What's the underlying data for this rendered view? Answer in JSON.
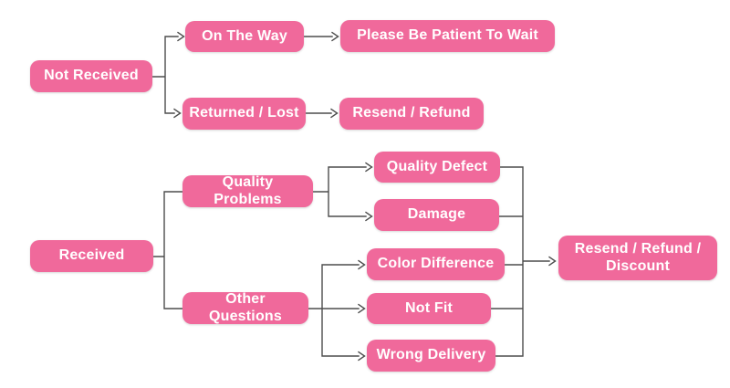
{
  "colors": {
    "node_fill": "#F0699B",
    "node_text": "#FFFFFF",
    "connector": "#4D4D4D",
    "background": "#FFFFFF"
  },
  "flowchart": {
    "type": "decision-tree",
    "nodes": {
      "not_received": {
        "label": "Not Received"
      },
      "on_the_way": {
        "label": "On The Way"
      },
      "please_be_patient": {
        "label": "Please Be Patient To Wait"
      },
      "returned_lost": {
        "label": "Returned / Lost"
      },
      "resend_refund": {
        "label": "Resend / Refund"
      },
      "received": {
        "label": "Received"
      },
      "quality_problems": {
        "label": "Quality Problems"
      },
      "other_questions": {
        "label": "Other Questions"
      },
      "quality_defect": {
        "label": "Quality Defect"
      },
      "damage": {
        "label": "Damage"
      },
      "color_difference": {
        "label": "Color Difference"
      },
      "not_fit": {
        "label": "Not Fit"
      },
      "wrong_delivery": {
        "label": "Wrong Delivery"
      },
      "resend_refund_discount": {
        "label": "Resend / Refund / Discount"
      }
    },
    "edges": [
      {
        "from": "Not Received",
        "to": "On The Way",
        "arrowhead": true
      },
      {
        "from": "Not Received",
        "to": "Returned / Lost",
        "arrowhead": true
      },
      {
        "from": "On The Way",
        "to": "Please Be Patient To Wait",
        "arrowhead": true
      },
      {
        "from": "Returned / Lost",
        "to": "Resend / Refund",
        "arrowhead": true
      },
      {
        "from": "Received",
        "to": "Quality Problems",
        "arrowhead": false
      },
      {
        "from": "Received",
        "to": "Other Questions",
        "arrowhead": false
      },
      {
        "from": "Quality Problems",
        "to": "Quality Defect",
        "arrowhead": true
      },
      {
        "from": "Quality Problems",
        "to": "Damage",
        "arrowhead": true
      },
      {
        "from": "Other Questions",
        "to": "Color Difference",
        "arrowhead": true
      },
      {
        "from": "Other Questions",
        "to": "Not Fit",
        "arrowhead": true
      },
      {
        "from": "Other Questions",
        "to": "Wrong Delivery",
        "arrowhead": true
      },
      {
        "from": "Quality Defect",
        "to": "Resend / Refund / Discount",
        "arrowhead": false
      },
      {
        "from": "Damage",
        "to": "Resend / Refund / Discount",
        "arrowhead": false
      },
      {
        "from": "Color Difference",
        "to": "Resend / Refund / Discount",
        "arrowhead": false
      },
      {
        "from": "Not Fit",
        "to": "Resend / Refund / Discount",
        "arrowhead": false
      },
      {
        "from": "Wrong Delivery",
        "to": "Resend / Refund / Discount",
        "arrowhead": true
      }
    ]
  }
}
